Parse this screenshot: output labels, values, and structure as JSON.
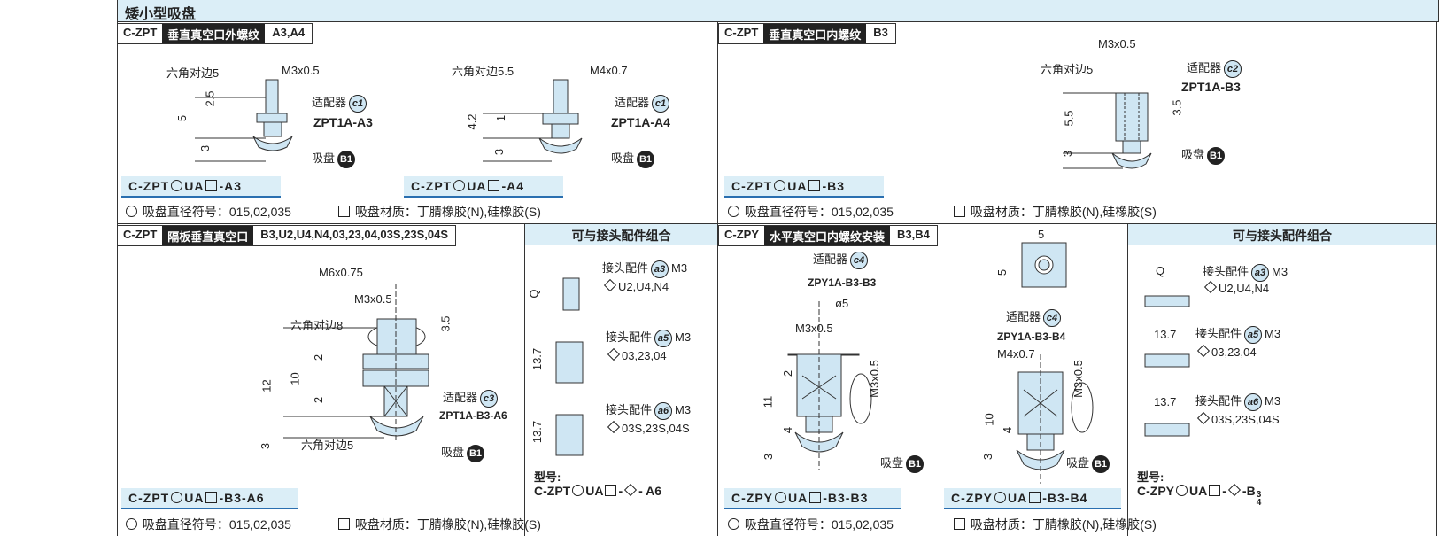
{
  "section_title": "矮小型吸盘",
  "colors": {
    "accent_bg": "#dbeef7",
    "accent_line": "#2a6fb0",
    "part_fill": "#cfe6f3"
  },
  "icons": {
    "circle": "circle-symbol",
    "box": "box-symbol",
    "diamond": "diamond-symbol"
  },
  "panels": {
    "p1": {
      "code": "C-ZPT",
      "name": "垂直真空口外螺纹",
      "variants": "A3,A4"
    },
    "p2": {
      "code": "C-ZPT",
      "name": "垂直真空口内螺纹",
      "variants": "B3"
    },
    "p3": {
      "code": "C-ZPT",
      "name": "隔板垂直真空口",
      "variants": "B3,U2,U4,N4,03,23,04,03S,23S,04S"
    },
    "p4": {
      "code": "C-ZPY",
      "name": "水平真空口内螺纹安装",
      "variants": "B3,B4"
    }
  },
  "combo_title": "可与接头配件组合",
  "models": {
    "a3": "C-ZPT◯UA□-A3",
    "a4": "C-ZPT◯UA□-A4",
    "b3": "C-ZPT◯UA□-B3",
    "b3a6": "C-ZPT◯UA□-B3-A6",
    "zpy_b3": "C-ZPY◯UA□-B3-B3",
    "zpy_b4": "C-ZPY◯UA□-B3-B4"
  },
  "model_parts": {
    "zpt": "C-ZPT",
    "zpy": "C-ZPY",
    "ua": "UA",
    "s_a3": "-A3",
    "s_a4": "-A4",
    "s_b3": "-B3",
    "s_b3a6": "-B3-A6",
    "s_b3b3": "-B3-B3",
    "s_b3b4": "-B3-B4",
    "dash": "-",
    "a6": "- A6",
    "b": "-B",
    "b_sup": "3",
    "b_sub": "4"
  },
  "notes": {
    "diameter": "吸盘直径符号：015,02,035",
    "material": "吸盘材质：丁腈橡胶(N),硅橡胶(S)"
  },
  "labels": {
    "hex5": "六角对边5",
    "hex55": "六角对边5.5",
    "hex8": "六角对边8",
    "m3": "M3x0.5",
    "m4": "M4x0.7",
    "m6": "M6x0.75",
    "adapter": "适配器",
    "pad": "吸盘",
    "fitting": "接头配件",
    "zpt1a_a3": "ZPT1A-A3",
    "zpt1a_a4": "ZPT1A-A4",
    "zpt1a_b3": "ZPT1A-B3",
    "zpt1a_b3a6": "ZPT1A-B3-A6",
    "zpy1a_b3b3": "ZPY1A-B3-B3",
    "zpy1a_b3b4": "ZPY1A-B3-B4",
    "phi5": "ø5",
    "q": "Q",
    "m3s": "M3",
    "u2": "U2,U4,N4",
    "c03": "03,23,04",
    "c03s": "03S,23S,04S",
    "type_label": "型号:",
    "badge_c1": "c1",
    "badge_c2": "c2",
    "badge_c3": "c3",
    "badge_c4": "c4",
    "badge_b1": "B1",
    "badge_a3": "a3",
    "badge_a5": "a5",
    "badge_a6": "a6"
  },
  "dims": {
    "d25": "2.5",
    "d5": "5",
    "d3": "3",
    "d42": "4.2",
    "d1": "1",
    "d55": "5.5",
    "d35": "3.5",
    "d12": "12",
    "d10": "10",
    "d2": "2",
    "d11": "11",
    "d4": "4",
    "d137": "13.7"
  }
}
